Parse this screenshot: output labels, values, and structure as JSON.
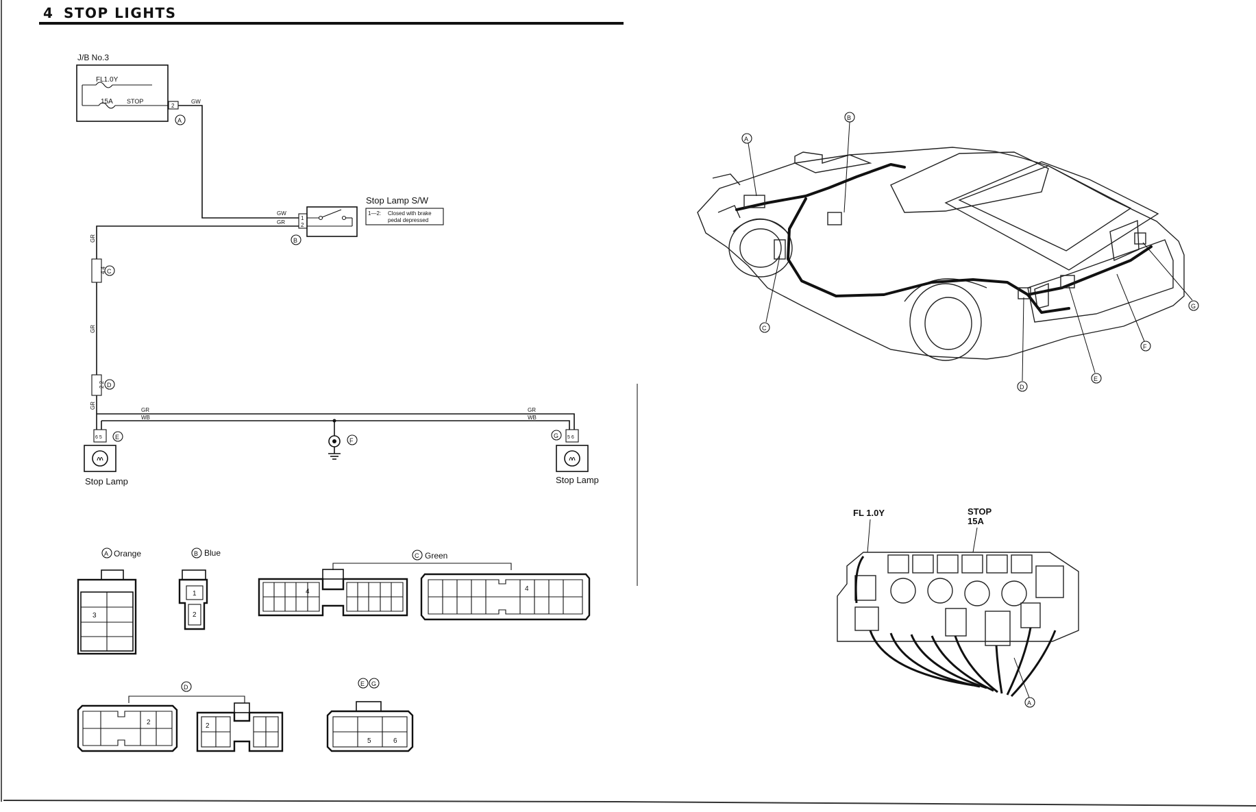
{
  "header": {
    "number": "4",
    "title": "STOP LIGHTS"
  },
  "schematic": {
    "jb": {
      "name": "J/B No.3",
      "fuse1": "FL1.0Y",
      "fuse2_amp": "15A",
      "fuse2_name": "STOP",
      "pin": "2"
    },
    "wires": {
      "gw": "GW",
      "gr": "GR",
      "wb": "WB"
    },
    "switch": {
      "name": "Stop Lamp S/W",
      "pin1": "1",
      "pin2": "2",
      "note_pins": "1—2:",
      "note_line1": "Closed with brake",
      "note_line2": "pedal depressed"
    },
    "connector_c": {
      "pins": "4 4"
    },
    "connector_d": {
      "pins": "2 2"
    },
    "lamp_e": {
      "pins": "6 5",
      "label": "Stop Lamp"
    },
    "lamp_g": {
      "pins": "5 6",
      "label": "Stop Lamp"
    },
    "markers": [
      "A",
      "B",
      "C",
      "D",
      "E",
      "F",
      "G"
    ]
  },
  "connectors": {
    "a": {
      "marker": "A",
      "label": "Orange",
      "pin": "3"
    },
    "b": {
      "marker": "B",
      "label": "Blue",
      "pin1": "1",
      "pin2": "2"
    },
    "c": {
      "marker": "C",
      "label": "Green",
      "pin_left": "4",
      "pin_right": "4"
    },
    "d": {
      "marker": "D",
      "pin_left": "2",
      "pin_right": "2"
    },
    "eg": {
      "marker1": "E",
      "marker2": "G",
      "pin1": "5",
      "pin2": "6"
    }
  },
  "vehicle": {
    "markers": [
      "A",
      "B",
      "C",
      "D",
      "E",
      "F",
      "G"
    ]
  },
  "junction_block": {
    "fuse_label": "FL 1.0Y",
    "stop_label": "STOP",
    "stop_amp": "15A",
    "marker": "A"
  }
}
